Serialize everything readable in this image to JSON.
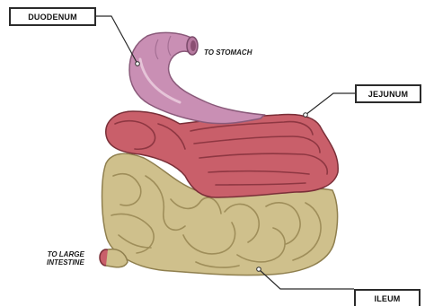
{
  "labels": {
    "duodenum": "DUODENUM",
    "jejunum": "JEJUNUM",
    "ileum": "ILEUM"
  },
  "annotations": {
    "to_stomach": "TO STOMACH",
    "to_large_intestine_line1": "TO LARGE",
    "to_large_intestine_line2": "INTESTINE"
  },
  "colors": {
    "duodenum": "#c98fb4",
    "jejunum": "#c95f6a",
    "ileum": "#cfc08c",
    "leader_line": "#2b2b2b"
  }
}
